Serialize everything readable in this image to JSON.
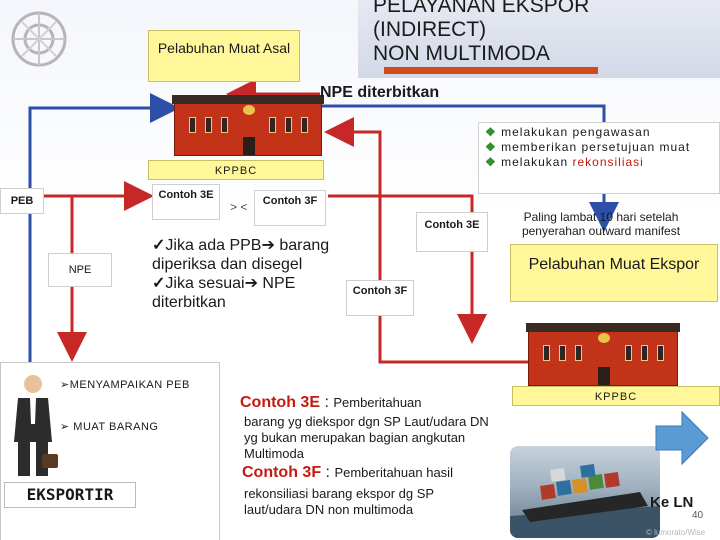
{
  "title": {
    "line1": "PELAYANAN EKSPOR",
    "line2": "(INDIRECT)",
    "line3": "NON MULTIMODA"
  },
  "ports": {
    "origin": "Pelabuhan Muat Asal",
    "export": "Pelabuhan Muat Ekspor"
  },
  "offices": {
    "kppbc_top": "KPPBC",
    "kppbc_right": "KPPBC"
  },
  "flow_labels": {
    "npe_diterbitkan": "NPE diterbitkan",
    "peb": "PEB",
    "npe": "NPE",
    "contoh_3e": "Contoh 3E",
    "contoh_3f": "Contoh 3F",
    "compare": "> <"
  },
  "notes": {
    "item1": "melakukan pengawasan",
    "item2": "memberikan persetujuan muat",
    "item3_prefix": "melakukan ",
    "item3_highlight": "rekonsiliasi"
  },
  "deadline_note": "Paling lambat 10 hari setelah penyerahan outward manifest",
  "conditions": {
    "c1_prefix": "Jika ada PPB",
    "c1_suffix": " barang diperiksa dan disegel",
    "c2_prefix": "Jika sesuai",
    "c2_suffix": " NPE diterbitkan"
  },
  "exporter": {
    "step1": "MENYAMPAIKAN PEB",
    "step2": "MUAT BARANG",
    "label": "EKSPORTIR"
  },
  "definitions": {
    "d3e_term": "Contoh 3E",
    "d3e_sep": " : ",
    "d3e_desc": "Pemberitahuan",
    "d3e_body": "barang yg diekspor dgn SP Laut/udara DN yg bukan merupakan bagian angkutan Multimoda",
    "d3f_term": "Contoh 3F",
    "d3f_sep": " : ",
    "d3f_desc": "Pemberitahuan hasil",
    "d3f_body": "rekonsiliasi barang ekspor dg SP laut/udara DN non multimoda"
  },
  "destination": "Ke LN",
  "page_number": "40",
  "watermark": "© lumorato/Wise",
  "colors": {
    "flow_red": "#c62828",
    "flow_blue": "#2e4fa8",
    "highlight_yellow": "#fff799",
    "accent_red": "#c41a10"
  }
}
